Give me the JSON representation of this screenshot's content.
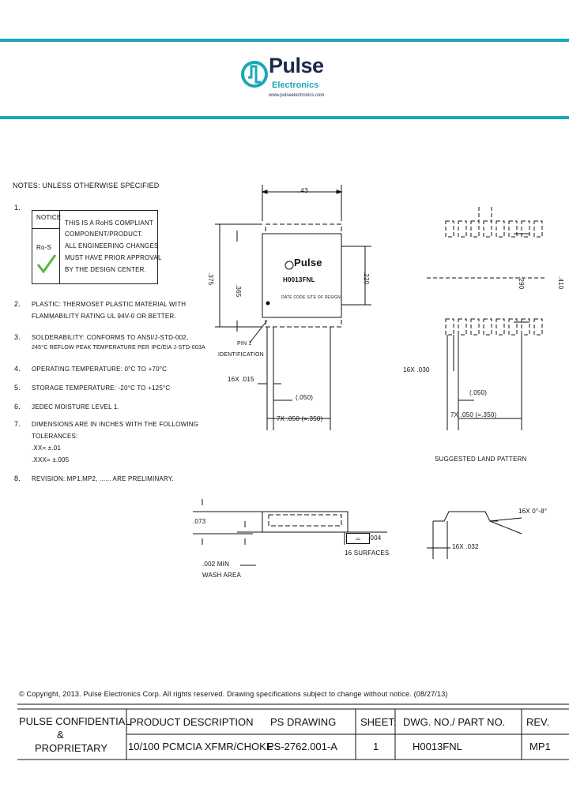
{
  "brand": {
    "name": "Pulse",
    "sub": "Electronics",
    "url": "www.pulseelectronics.com",
    "teal": "#1aa8b8"
  },
  "notes": {
    "header": "NOTES: UNLESS OTHERWISE SPECIFIED",
    "item1_num": "1.",
    "notice_label": "NOTICE",
    "rohs_label": "Ro-S",
    "rohs_text": [
      "THIS IS A RoHS COMPLIANT",
      "COMPONENT/PRODUCT.",
      "ALL ENGINEERING CHANGES",
      "MUST HAVE PRIOR APPROVAL",
      "BY THE DESIGN CENTER."
    ],
    "items": [
      {
        "num": "2.",
        "lines": [
          "PLASTIC: THERMOSET PLASTIC MATERIAL WITH",
          "FLAMMABILITY RATING UL 94V-0 OR BETTER."
        ]
      },
      {
        "num": "3.",
        "lines": [
          "SOLDERABILITY: CONFORMS TO ANSI/J-STD-002,",
          "245°C REFLOW PEAK TEMPERATURE PER IPC/EIA J-STD-003A"
        ]
      },
      {
        "num": "4.",
        "lines": [
          "OPERATING TEMPERATURE: 0°C TO +70°C"
        ]
      },
      {
        "num": "5.",
        "lines": [
          "STORAGE TEMPERATURE: -20°C TO +125°C"
        ]
      },
      {
        "num": "6.",
        "lines": [
          "JEDEC MOISTURE LEVEL 1."
        ]
      },
      {
        "num": "7.",
        "lines": [
          "DIMENSIONS ARE IN INCHES WITH THE FOLLOWING",
          "TOLERANCES:",
          ".XX= ±.01",
          ".XXX= ±.005"
        ]
      },
      {
        "num": "8.",
        "lines": [
          "REVISION: MP1,MP2, ...... ARE PRELIMINARY."
        ]
      }
    ]
  },
  "drawing": {
    "top_width": ".43",
    "chip_logo": "Pulse",
    "chip_part": "H0013FNL",
    "chip_code": "DATE CODE   SITE OF DESIGN",
    "dim_375": ".375",
    "dim_365": ".365",
    "dim_220": ".220",
    "pin1_label": [
      "PIN 1",
      "IDENTIFICATION"
    ],
    "dim_16x015": "16X .015",
    "dim_050": "(.050)",
    "dim_7x050": "7X .050 (=.350)",
    "land_290": ".290",
    "land_410": ".410",
    "land_16x030": "16X .030",
    "land_050": "(.050)",
    "land_7x050": "7X .050 (=.350)",
    "land_title": "SUGGESTED LAND PATTERN",
    "side_073": ".073",
    "side_004": ".004",
    "side_surfaces": "16 SURFACES",
    "side_002": [
      ".002 MIN",
      "WASH AREA"
    ],
    "lead_angle": "16X 0°-8°",
    "lead_032": "16X .032"
  },
  "copyright": "© Copyright, 2013. Pulse Electronics Corp. All rights reserved. Drawing specifications subject to change without notice. (08/27/13)",
  "title_block": {
    "confidential": [
      "PULSE CONFIDENTIAL",
      "&",
      "PROPRIETARY"
    ],
    "product_desc_label": "PRODUCT DESCRIPTION",
    "ps_drawing_label": "PS DRAWING",
    "sheet_label": "SHEET:",
    "dwg_label": "DWG. NO./ PART NO.",
    "rev_label": "REV.",
    "product_desc": "10/100 PCMCIA XFMR/CHOKE",
    "ps_drawing": "PS-2762.001-A",
    "sheet": "1",
    "part_no": "H0013FNL",
    "rev": "MP1"
  }
}
